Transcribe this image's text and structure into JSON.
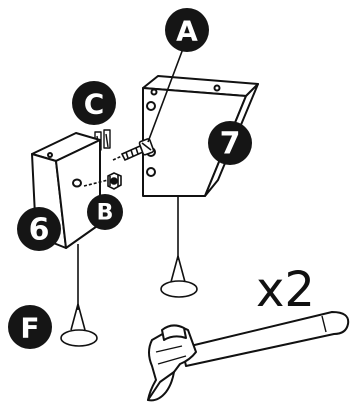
{
  "labels": {
    "part_a": "A",
    "part_b": "B",
    "part_c": "C",
    "part_f": "F",
    "block_6": "6",
    "block_7": "7",
    "multiplier": "x2"
  },
  "colors": {
    "badge_fill": "#151515",
    "badge_text": "#ffffff",
    "line": "#111111",
    "paper": "#ffffff"
  },
  "icons": [
    "hammer-icon",
    "screw-icon",
    "nut-icon",
    "dowel-icon",
    "glue-drop-icon"
  ]
}
